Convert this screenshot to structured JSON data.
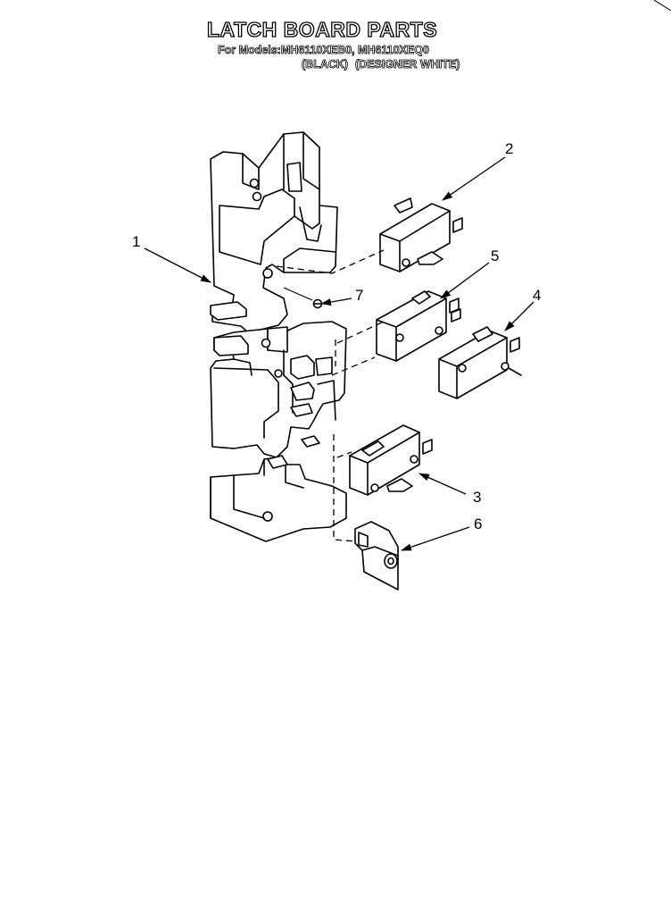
{
  "header": {
    "title": "LATCH BOARD PARTS",
    "models_line": "For Models:MH6110XEB0, MH6110XEQ0",
    "color_black": "(BLACK)",
    "color_white": "(DESIGNER WHITE)"
  },
  "callouts": {
    "c1": "1",
    "c2": "2",
    "c3": "3",
    "c4": "4",
    "c5": "5",
    "c6": "6",
    "c7": "7"
  }
}
